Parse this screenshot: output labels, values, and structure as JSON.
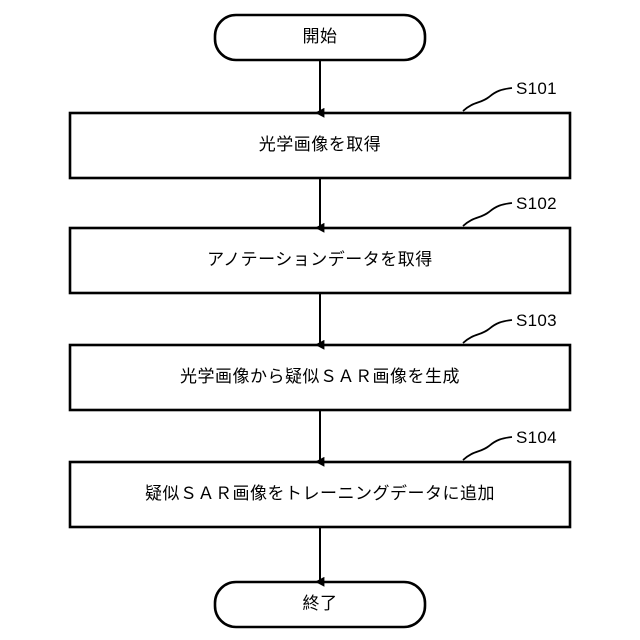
{
  "diagram": {
    "type": "flowchart",
    "orientation": "vertical",
    "line_color": "#000000",
    "fill_color": "#ffffff",
    "nodes": [
      {
        "id": "start",
        "shape": "terminator",
        "text": "開始"
      },
      {
        "id": "s101",
        "shape": "process",
        "text": "光学画像を取得",
        "step": "S101"
      },
      {
        "id": "s102",
        "shape": "process",
        "text": "アノテーションデータを取得",
        "step": "S102"
      },
      {
        "id": "s103",
        "shape": "process",
        "text": "光学画像から疑似ＳＡＲ画像を生成",
        "step": "S103"
      },
      {
        "id": "s104",
        "shape": "process",
        "text": "疑似ＳＡＲ画像をトレーニングデータに追加",
        "step": "S104"
      },
      {
        "id": "end",
        "shape": "terminator",
        "text": "終了"
      }
    ],
    "edges": [
      {
        "from": "start",
        "to": "s101",
        "arrow": "solid"
      },
      {
        "from": "s101",
        "to": "s102",
        "arrow": "solid"
      },
      {
        "from": "s102",
        "to": "s103",
        "arrow": "solid"
      },
      {
        "from": "s103",
        "to": "s104",
        "arrow": "solid"
      },
      {
        "from": "s104",
        "to": "end",
        "arrow": "solid"
      }
    ]
  }
}
